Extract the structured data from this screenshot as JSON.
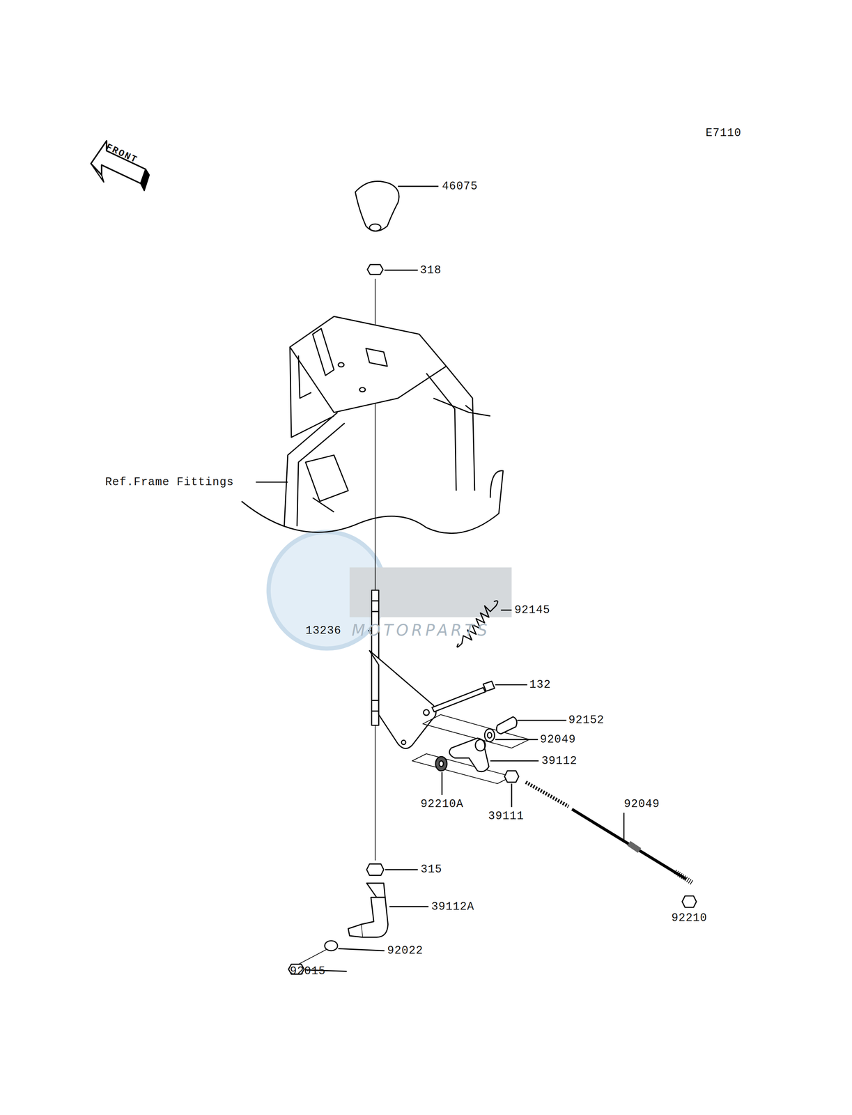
{
  "diagram": {
    "labels": [
      "E7110",
      "FRONT",
      "46075",
      "318",
      "Ref.Frame Fittings",
      "92145",
      "13236",
      "MOTORPARTS",
      "132",
      "92152",
      "92049",
      "39112",
      "92049",
      "92210A",
      "39111",
      "315",
      "39112A",
      "92210",
      "92022",
      "92015"
    ]
  }
}
